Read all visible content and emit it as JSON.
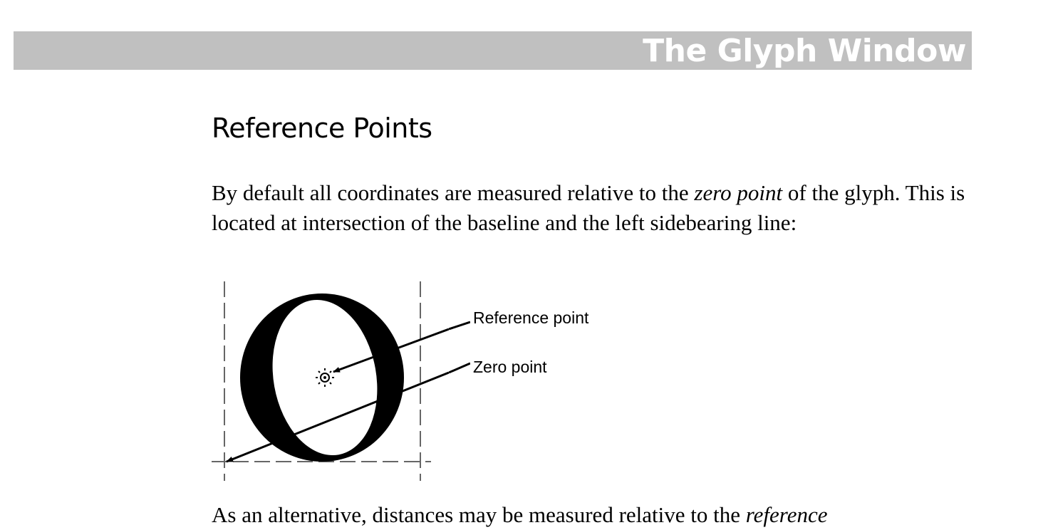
{
  "header": {
    "title": "The Glyph Window"
  },
  "section": {
    "heading": "Reference Points"
  },
  "paragraph1": {
    "before": "By default all coordinates are measured relative to the ",
    "em": "zero point",
    "after": " of the glyph. This is located at intersection of the baseline and the left sidebearing line:"
  },
  "figure": {
    "labels": {
      "reference_point": "Reference point",
      "zero_point": "Zero point"
    }
  },
  "paragraph2": {
    "before": "As an alternative, distances may be measured relative to the ",
    "em": "reference"
  }
}
